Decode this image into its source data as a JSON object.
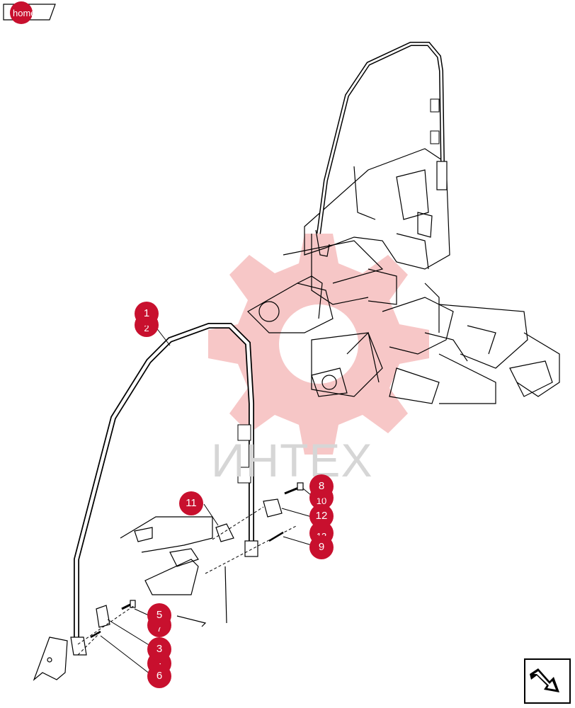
{
  "header": {
    "home_label": "home"
  },
  "watermark": {
    "text": "ИНТЕХ"
  },
  "callouts": {
    "c1": "1",
    "c2": "2",
    "c3": "3",
    "c4": "4",
    "c5": "5",
    "c6": "6",
    "c7": "7",
    "c8": "8",
    "c9": "9",
    "c10": "10",
    "c11": "11",
    "c12": "12",
    "c13": "13"
  },
  "colors": {
    "callout": "#c8102e",
    "line": "#000000",
    "watermark": "#f0a0a0"
  },
  "icons": {
    "home": "home-tab-icon",
    "next": "next-arrow-icon",
    "logo": "gear-logo-watermark"
  }
}
